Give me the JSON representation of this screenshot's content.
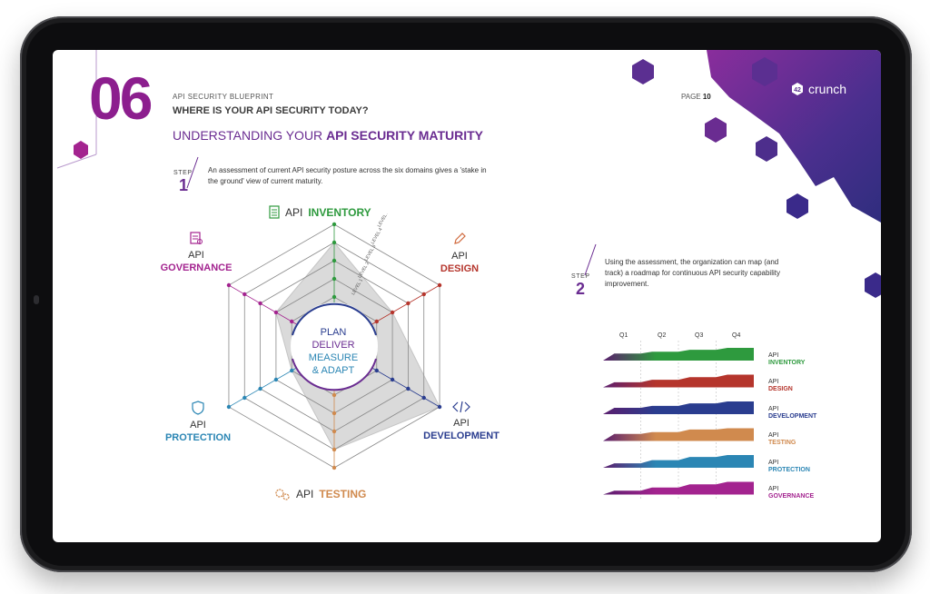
{
  "header": {
    "big_number": "06",
    "kicker": "API SECURITY BLUEPRINT",
    "title": "WHERE IS YOUR API SECURITY TODAY?",
    "heading_plain": "UNDERSTANDING YOUR ",
    "heading_bold": "API SECURITY MATURITY",
    "page_label": "PAGE ",
    "page_number": "10",
    "logo_text": "crunch"
  },
  "step1": {
    "label": "STEP",
    "number": "1",
    "text": "An assessment of current API security posture across the six domains gives a 'stake in the ground' view of current maturity."
  },
  "step2": {
    "label": "STEP",
    "number": "2",
    "text": "Using the assessment, the organization can map (and track) a roadmap for continuous API security capability improvement."
  },
  "radar": {
    "center": {
      "line1": "PLAN",
      "line2": "DELIVER",
      "line3": "MEASURE",
      "line4": "& ADAPT"
    },
    "levels": [
      "LEVEL 1",
      "LEVEL 2",
      "LEVEL 3",
      "LEVEL 4",
      "LEVEL 5"
    ],
    "domains": [
      {
        "prefix": "API",
        "name": "INVENTORY",
        "color": "#2e9a3e",
        "icon": "document-list-icon",
        "score": 3
      },
      {
        "prefix": "API",
        "name": "DESIGN",
        "color": "#b5352c",
        "icon": "pencil-icon",
        "score": 1
      },
      {
        "prefix": "API",
        "name": "DEVELOPMENT",
        "color": "#2a3d8f",
        "icon": "code-icon",
        "score": 4
      },
      {
        "prefix": "API",
        "name": "TESTING",
        "color": "#d08a4e",
        "icon": "gears-icon",
        "score": 3
      },
      {
        "prefix": "API",
        "name": "PROTECTION",
        "color": "#2b86b4",
        "icon": "shield-icon",
        "score": 0
      },
      {
        "prefix": "API",
        "name": "GOVERNANCE",
        "color": "#a3238f",
        "icon": "clipboard-icon",
        "score": 1
      }
    ]
  },
  "roadmap": {
    "quarters": [
      "Q1",
      "Q2",
      "Q3",
      "Q4"
    ],
    "rows": [
      {
        "prefix": "API",
        "name": "INVENTORY",
        "color": "#2e9a3e",
        "growth": [
          0.55,
          0.7,
          0.85,
          1.0
        ]
      },
      {
        "prefix": "API",
        "name": "DESIGN",
        "color": "#b5352c",
        "growth": [
          0.4,
          0.6,
          0.8,
          1.0
        ]
      },
      {
        "prefix": "API",
        "name": "DEVELOPMENT",
        "color": "#2a3d8f",
        "growth": [
          0.5,
          0.65,
          0.85,
          1.0
        ]
      },
      {
        "prefix": "API",
        "name": "TESTING",
        "color": "#d08a4e",
        "growth": [
          0.55,
          0.7,
          0.9,
          1.0
        ]
      },
      {
        "prefix": "API",
        "name": "PROTECTION",
        "color": "#2b86b4",
        "growth": [
          0.35,
          0.6,
          0.85,
          1.0
        ]
      },
      {
        "prefix": "API",
        "name": "GOVERNANCE",
        "color": "#a3238f",
        "growth": [
          0.3,
          0.55,
          0.8,
          1.0
        ]
      }
    ]
  },
  "colors": {
    "brand_purple": "#6a2c91",
    "hex_dark": "#3a2a8a",
    "hex_magenta": "#8c1e8e"
  }
}
